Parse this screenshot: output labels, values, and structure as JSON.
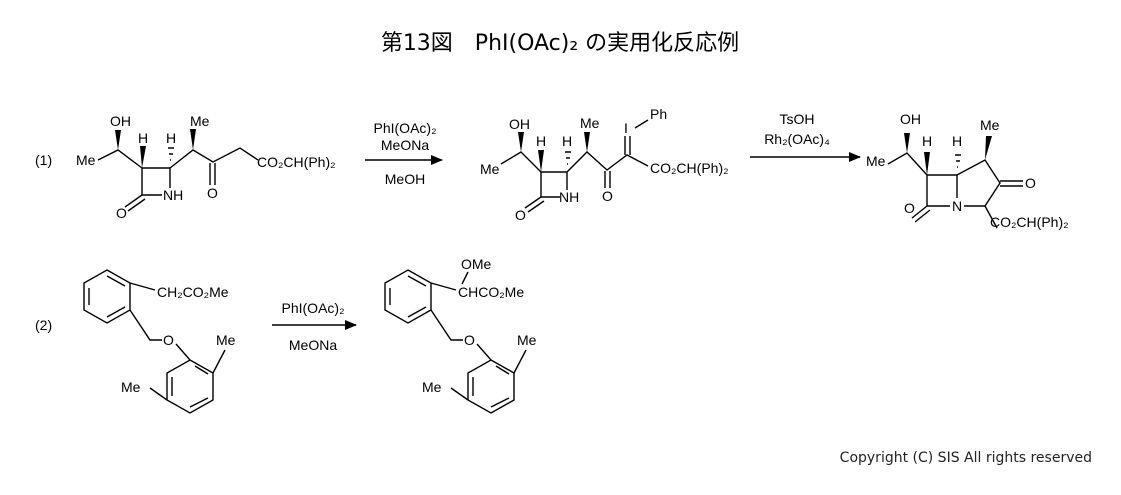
{
  "title": "第13図　PhI(OAc)₂ の実用化反応例",
  "copyright": "Copyright (C) SIS All rights reserved",
  "reaction1": {
    "label": "(1)",
    "start": {
      "oh": "OH",
      "me": "Me",
      "h1": "H",
      "h2": "H",
      "me2": "Me",
      "nh": "NH",
      "o_lactam": "O",
      "o_ketone": "O",
      "ester": "CO₂CH(Ph)₂"
    },
    "step1_reagents": [
      "PhI(OAc)₂",
      "MeONa",
      "MeOH"
    ],
    "intermediate": {
      "oh": "OH",
      "me": "Me",
      "h1": "H",
      "h2": "H",
      "me2": "Me",
      "nh": "NH",
      "o_lactam": "O",
      "o_ketone": "O",
      "iodine": "I",
      "ph": "Ph",
      "ester": "CO₂CH(Ph)₂"
    },
    "step2_reagents": [
      "TsOH",
      "Rh₂(OAc)₄"
    ],
    "product": {
      "oh": "OH",
      "me": "Me",
      "h1": "H",
      "h2": "H",
      "me2": "Me",
      "n": "N",
      "o_lactam": "O",
      "o_ketone": "O",
      "ester": "CO₂CH(Ph)₂"
    }
  },
  "reaction2": {
    "label": "(2)",
    "start": {
      "side": "CH₂CO₂Me",
      "o": "O",
      "me1": "Me",
      "me2": "Me"
    },
    "reagents": [
      "PhI(OAc)₂",
      "MeONa"
    ],
    "product": {
      "ome": "OMe",
      "side": "CHCO₂Me",
      "o": "O",
      "me1": "Me",
      "me2": "Me"
    }
  }
}
